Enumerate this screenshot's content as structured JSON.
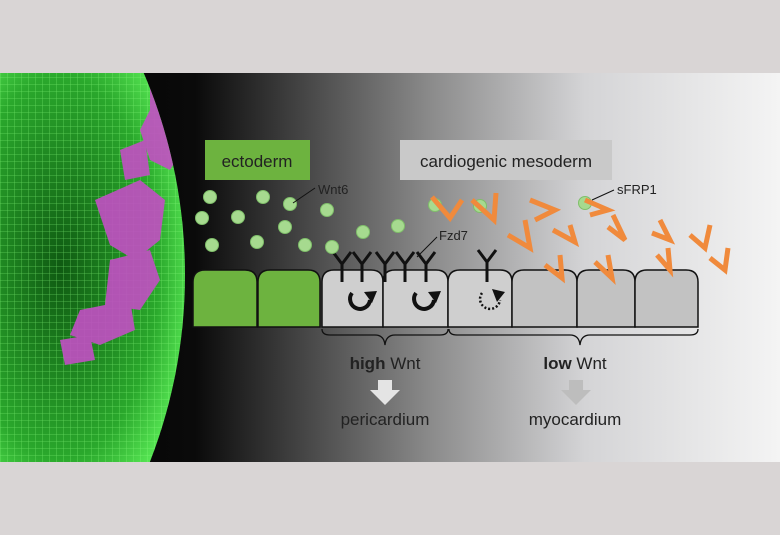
{
  "labels": {
    "ectoderm": "ectoderm",
    "mesoderm": "cardiogenic mesoderm",
    "wnt6": "Wnt6",
    "fzd7": "Fzd7",
    "sfrp1": "sFRP1",
    "high_bold": "high",
    "high_rest": " Wnt",
    "low_bold": "low",
    "low_rest": " Wnt",
    "pericardium": "pericardium",
    "myocardium": "myocardium"
  },
  "colors": {
    "ectoderm": "#6db33f",
    "mesoderm_box": "#c9c9c9",
    "wnt": "#a6da8f",
    "sfrp": "#f08a3c",
    "magenta": "#c24fc4"
  }
}
